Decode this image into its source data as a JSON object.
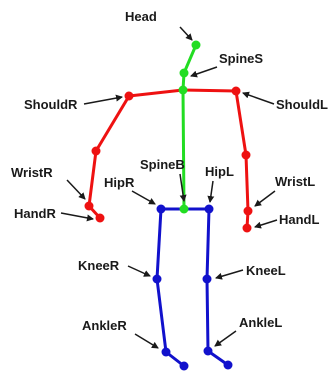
{
  "colors": {
    "torso": "#22dd22",
    "right_side": "#ee1111",
    "legs": "#1111cc",
    "label": "#1a1a1a",
    "background": "#ffffff"
  },
  "joints": [
    {
      "id": "head",
      "label": "Head",
      "color": "torso"
    },
    {
      "id": "spine_s",
      "label": "SpineS",
      "color": "torso"
    },
    {
      "id": "spine_m",
      "label": "",
      "color": "torso"
    },
    {
      "id": "spine_b",
      "label": "SpineB",
      "color": "torso"
    },
    {
      "id": "shoulder_r",
      "label": "ShouldR",
      "color": "right_side"
    },
    {
      "id": "elbow_r",
      "label": "",
      "color": "right_side"
    },
    {
      "id": "wrist_r",
      "label": "WristR",
      "color": "right_side"
    },
    {
      "id": "hand_r",
      "label": "HandR",
      "color": "right_side"
    },
    {
      "id": "shoulder_l",
      "label": "ShouldL",
      "color": "right_side"
    },
    {
      "id": "elbow_l",
      "label": "",
      "color": "right_side"
    },
    {
      "id": "wrist_l",
      "label": "WristL",
      "color": "right_side"
    },
    {
      "id": "hand_l",
      "label": "HandL",
      "color": "right_side"
    },
    {
      "id": "hip_r",
      "label": "HipR",
      "color": "legs"
    },
    {
      "id": "knee_r",
      "label": "KneeR",
      "color": "legs"
    },
    {
      "id": "ankle_r",
      "label": "AnkleR",
      "color": "legs"
    },
    {
      "id": "foot_r",
      "label": "",
      "color": "legs"
    },
    {
      "id": "hip_l",
      "label": "HipL",
      "color": "legs"
    },
    {
      "id": "knee_l",
      "label": "KneeL",
      "color": "legs"
    },
    {
      "id": "ankle_l",
      "label": "AnkleL",
      "color": "legs"
    },
    {
      "id": "foot_l",
      "label": "",
      "color": "legs"
    }
  ],
  "bones": [
    {
      "from": "head",
      "to": "spine_s",
      "color": "torso"
    },
    {
      "from": "spine_s",
      "to": "spine_m",
      "color": "torso"
    },
    {
      "from": "spine_m",
      "to": "spine_b",
      "color": "torso"
    },
    {
      "from": "spine_m",
      "to": "shoulder_r",
      "color": "right_side"
    },
    {
      "from": "shoulder_r",
      "to": "elbow_r",
      "color": "right_side"
    },
    {
      "from": "elbow_r",
      "to": "wrist_r",
      "color": "right_side"
    },
    {
      "from": "wrist_r",
      "to": "hand_r",
      "color": "right_side"
    },
    {
      "from": "spine_m",
      "to": "shoulder_l",
      "color": "right_side"
    },
    {
      "from": "shoulder_l",
      "to": "elbow_l",
      "color": "right_side"
    },
    {
      "from": "elbow_l",
      "to": "wrist_l",
      "color": "right_side"
    },
    {
      "from": "wrist_l",
      "to": "hand_l",
      "color": "right_side"
    },
    {
      "from": "hip_r",
      "to": "spine_b",
      "color": "legs"
    },
    {
      "from": "spine_b",
      "to": "hip_l",
      "color": "legs"
    },
    {
      "from": "hip_r",
      "to": "knee_r",
      "color": "legs"
    },
    {
      "from": "knee_r",
      "to": "ankle_r",
      "color": "legs"
    },
    {
      "from": "ankle_r",
      "to": "foot_r",
      "color": "legs"
    },
    {
      "from": "hip_l",
      "to": "knee_l",
      "color": "legs"
    },
    {
      "from": "knee_l",
      "to": "ankle_l",
      "color": "legs"
    },
    {
      "from": "ankle_l",
      "to": "foot_l",
      "color": "legs"
    }
  ]
}
